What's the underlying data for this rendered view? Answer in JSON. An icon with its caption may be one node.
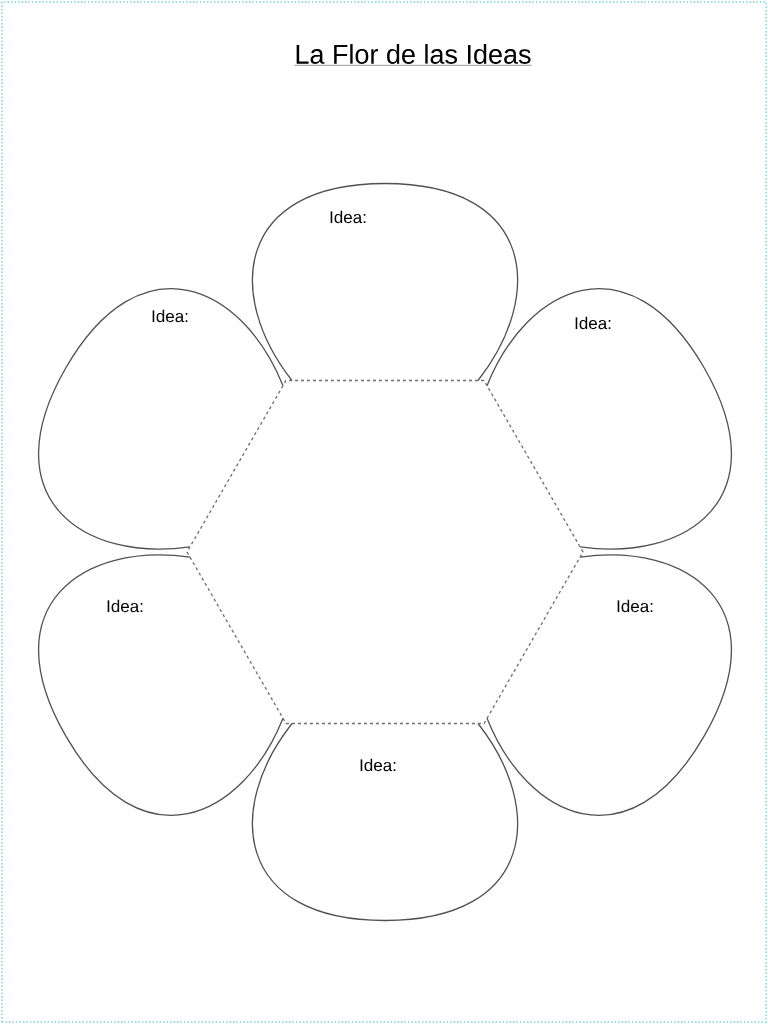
{
  "diagram": {
    "title": "La Flor de las Ideas",
    "nodes": [
      {
        "text": [
          "Idea:"
        ]
      },
      {
        "text": [
          "Idea:"
        ]
      },
      {
        "text": [
          "Idea:"
        ]
      },
      {
        "text": [
          "Idea:"
        ]
      },
      {
        "text": [
          "Idea:"
        ]
      },
      {
        "text": [
          "Idea:"
        ]
      },
      {
        "text": [],
        "shape": "hexagon"
      }
    ]
  }
}
